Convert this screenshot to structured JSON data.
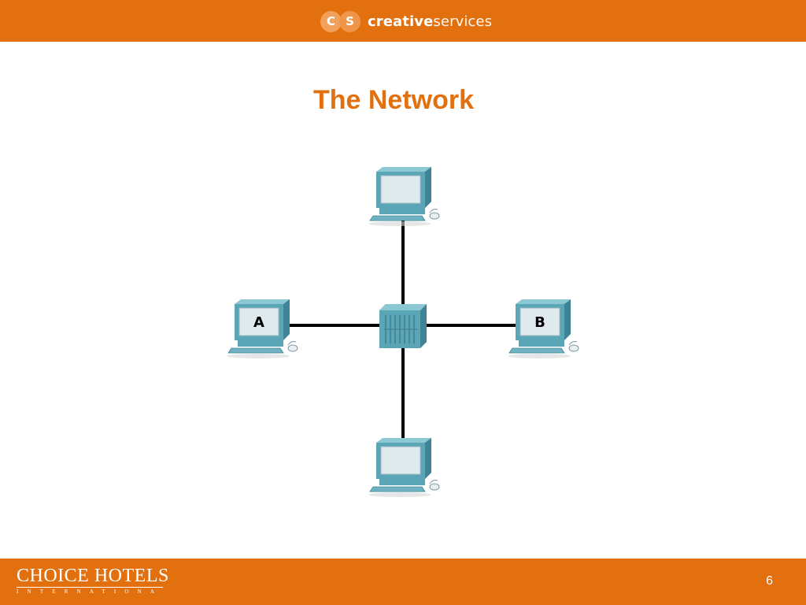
{
  "header": {
    "logo_mark_left": "C",
    "logo_mark_right": "S",
    "logo_text_bold": "creative",
    "logo_text_light": "services"
  },
  "slide": {
    "title": "The Network",
    "page_number": "6"
  },
  "diagram": {
    "nodes": [
      {
        "id": "pc-top",
        "label": ""
      },
      {
        "id": "pc-left",
        "label": "A"
      },
      {
        "id": "pc-right",
        "label": "B"
      },
      {
        "id": "pc-bottom",
        "label": ""
      },
      {
        "id": "hub",
        "label": ""
      }
    ]
  },
  "footer": {
    "brand_main": "CHOICE HOTELS",
    "brand_sub": "INTERNATIONAL"
  },
  "colors": {
    "accent": "#e3700e",
    "device": "#5aa5b6",
    "screen": "#dfeaef",
    "link": "#000000"
  }
}
